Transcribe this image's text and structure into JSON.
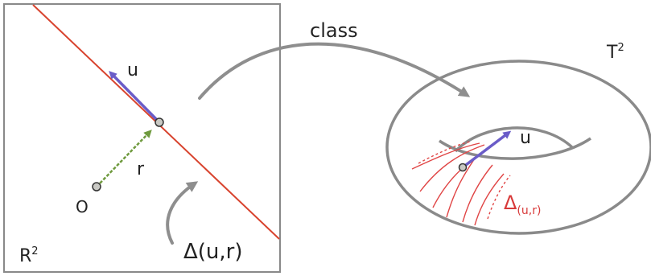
{
  "left_panel": {
    "space_label": "R",
    "space_superscript": "2",
    "origin_label": "O",
    "r_label": "r",
    "u_label": "u",
    "line_label": "Δ(u,r)"
  },
  "mapping": {
    "label": "class"
  },
  "right_panel": {
    "space_label": "T",
    "space_superscript": "2",
    "u_label": "u",
    "line_label_main": "Δ",
    "line_label_subscript": "(u,r)"
  },
  "colors": {
    "frame": "#8a8a8a",
    "line": "#d8432e",
    "direction_vector": "#6a5cc8",
    "position_vector": "#6f9a3e",
    "arrow": "#8e8e8e",
    "torus": "#8a8a8a",
    "torus_lines": "#e04545"
  }
}
